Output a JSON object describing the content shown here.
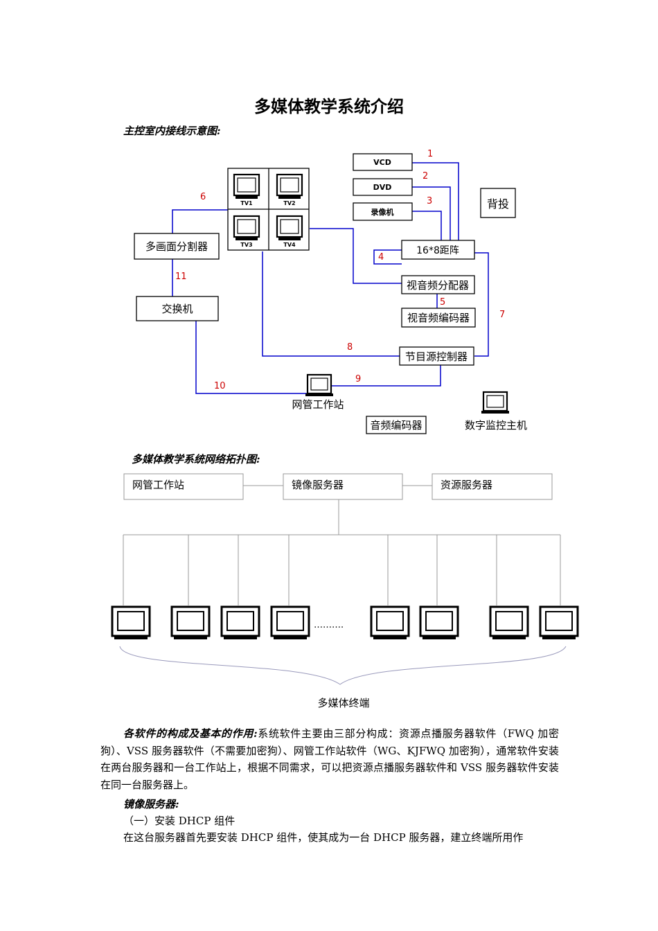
{
  "page_title": "多媒体教学系统介绍",
  "diagram1": {
    "caption": "主控室内接线示意图:",
    "devices": {
      "vcd": "VCD",
      "dvd": "DVD",
      "recorder": "录像机",
      "rear_projection": "背投",
      "matrix": "16*8距阵",
      "splitter": "多画面分割器",
      "switch": "交换机",
      "av_distributor": "视音频分配器",
      "av_encoder": "视音频编码器",
      "source_controller": "节目源控制器",
      "network_workstation": "网管工作站",
      "audio_encoder": "音频编码器",
      "monitor_host": "数字监控主机"
    },
    "tv_labels": [
      "TV1",
      "TV2",
      "TV3",
      "TV4"
    ],
    "link_numbers": [
      "1",
      "2",
      "3",
      "4",
      "5",
      "6",
      "7",
      "8",
      "9",
      "10",
      "11"
    ]
  },
  "diagram2": {
    "caption": "多媒体教学系统网络拓扑图:",
    "servers": [
      "网管工作站",
      "镜像服务器",
      "资源服务器"
    ],
    "ellipsis": "……….",
    "terminals_label": "多媒体终端"
  },
  "body": {
    "p1_lead": "各软件的构成及基本的作用:",
    "p1_text": "系统软件主要由三部分构成：资源点播服务器软件（FWQ 加密狗）、VSS 服务器软件（不需要加密狗）、网管工作站软件（WG、KJFWQ 加密狗），通常软件安装在两台服务器和一台工作站上，根据不同需求，可以把资源点播服务器软件和 VSS 服务器软件安装在同一台服务器上。",
    "section_heading": "镜像服务器:",
    "step1": "（一）安装 DHCP 组件",
    "step1_text": "在这台服务器首先要安装 DHCP 组件，使其成为一台 DHCP 服务器，建立终端所用作"
  }
}
